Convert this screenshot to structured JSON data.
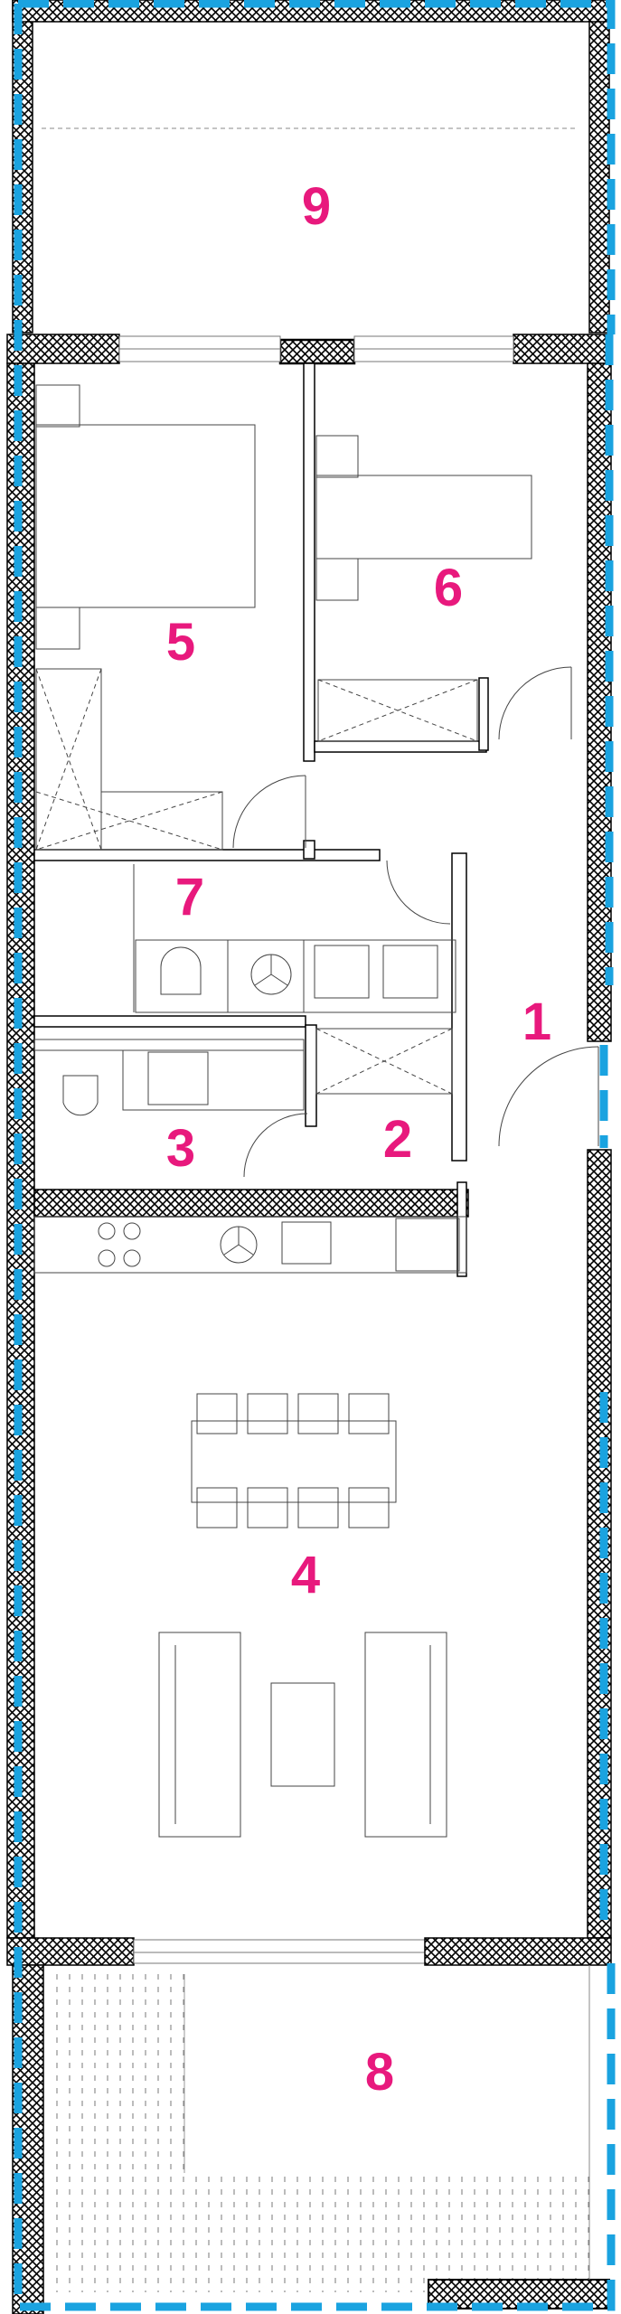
{
  "plan": {
    "label_color": "#e8197d",
    "boundary_color": "#1aa3e0",
    "wall_color": "#000000",
    "rooms": [
      {
        "id": "room-1",
        "label": "1"
      },
      {
        "id": "room-2",
        "label": "2"
      },
      {
        "id": "room-3",
        "label": "3"
      },
      {
        "id": "room-4",
        "label": "4"
      },
      {
        "id": "room-5",
        "label": "5"
      },
      {
        "id": "room-6",
        "label": "6"
      },
      {
        "id": "room-7",
        "label": "7"
      },
      {
        "id": "room-8",
        "label": "8"
      },
      {
        "id": "room-9",
        "label": "9"
      }
    ]
  }
}
